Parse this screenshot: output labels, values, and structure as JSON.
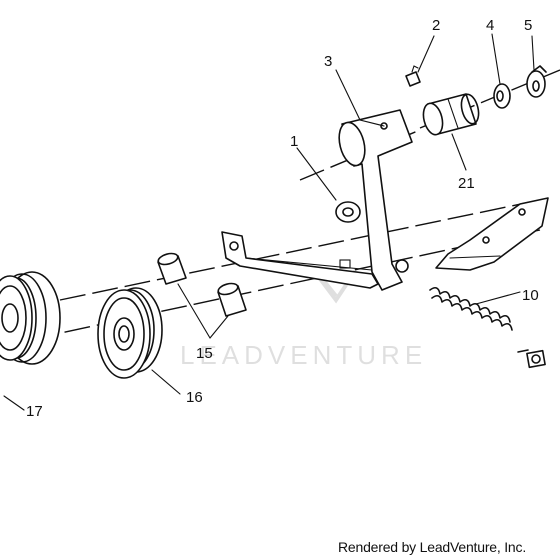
{
  "parts": [
    {
      "id": "part-1",
      "label": "1"
    },
    {
      "id": "part-2",
      "label": "2"
    },
    {
      "id": "part-3",
      "label": "3"
    },
    {
      "id": "part-4",
      "label": "4"
    },
    {
      "id": "part-5",
      "label": "5"
    },
    {
      "id": "part-10",
      "label": "10"
    },
    {
      "id": "part-15",
      "label": "15"
    },
    {
      "id": "part-16",
      "label": "16"
    },
    {
      "id": "part-17",
      "label": "17"
    },
    {
      "id": "part-21",
      "label": "21"
    }
  ],
  "watermark": "LEADVENTURE",
  "credit": "Rendered by LeadVenture, Inc."
}
